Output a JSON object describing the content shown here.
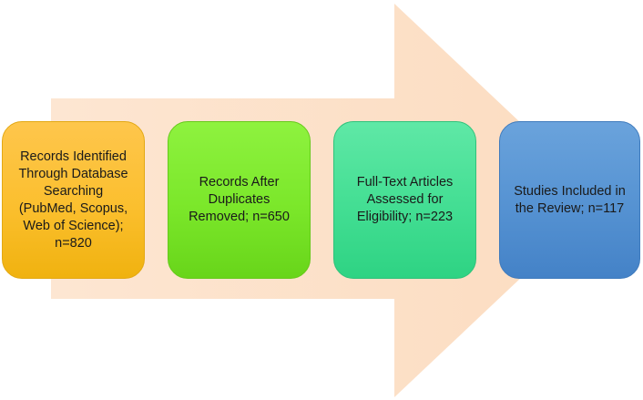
{
  "colors": {
    "arrow": "#fde1c8",
    "step_1": "#fbbf2e",
    "step_2": "#7be72a",
    "step_3": "#43de93",
    "step_4": "#5592d2"
  },
  "flow": {
    "steps": [
      {
        "label": "Records Identified Through Database Searching (PubMed, Scopus, Web of Science); n=820"
      },
      {
        "label": "Records After Duplicates Removed; n=650"
      },
      {
        "label": "Full-Text Articles Assessed for Eligibility; n=223"
      },
      {
        "label": "Studies Included in the Review; n=117"
      }
    ]
  }
}
